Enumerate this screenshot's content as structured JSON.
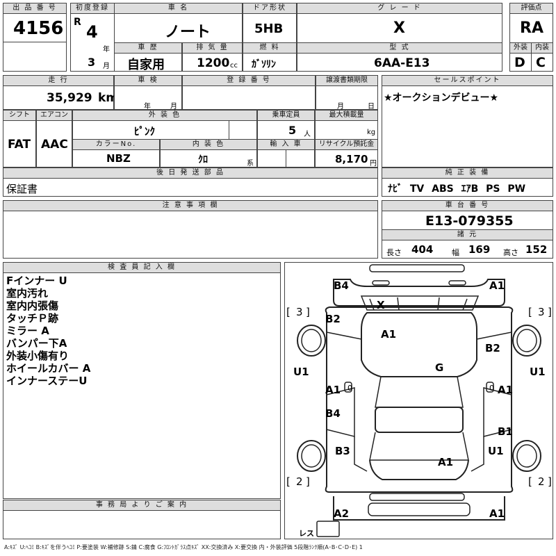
{
  "lot": {
    "header": "出 品 番 号",
    "value": "4156"
  },
  "first_reg": {
    "header": "初度登録",
    "era": "R",
    "year": "4",
    "year_unit": "年",
    "month": "3",
    "month_unit": "月"
  },
  "car_name": {
    "header": "車 名",
    "value": "ノート"
  },
  "door": {
    "header": "ドア形状",
    "value": "5HB"
  },
  "grade": {
    "header": "グ レ ー ド",
    "value": "X"
  },
  "score": {
    "header": "評価点",
    "value": "RA"
  },
  "history": {
    "header": "車 歴",
    "value": "自家用"
  },
  "displacement": {
    "header": "排 気 量",
    "value": "1200",
    "unit": "cc"
  },
  "fuel": {
    "header": "燃 料",
    "value": "ｶﾞｿﾘﾝ"
  },
  "model_code": {
    "header": "型 式",
    "value": "6AA-E13"
  },
  "ext_grade": {
    "header": "外装",
    "value": "D"
  },
  "int_grade": {
    "header": "内装",
    "value": "C"
  },
  "mileage": {
    "header": "走 行",
    "value": "35,929",
    "unit": "km"
  },
  "inspection": {
    "header": "車 検",
    "year_unit": "年",
    "month_unit": "月"
  },
  "reg_no": {
    "header": "登 録 番 号",
    "value": ""
  },
  "transfer": {
    "header": "譲渡書類期限",
    "month_unit": "月",
    "day_unit": "日"
  },
  "sales_point": {
    "header": "セールスポイント",
    "value": "★オークションデビュー★"
  },
  "shift": {
    "header": "シフト",
    "value": "FAT"
  },
  "aircon": {
    "header": "エアコン",
    "value": "AAC"
  },
  "ext_color": {
    "header": "外 装 色",
    "value": "ﾋﾟﾝｸ"
  },
  "capacity": {
    "header": "乗車定員",
    "value": "5",
    "unit": "人"
  },
  "max_load": {
    "header": "最大積載量",
    "value": "",
    "unit": "kg"
  },
  "color_no": {
    "header": "カラーNo.",
    "value": "NBZ"
  },
  "int_color": {
    "header": "内 装 色",
    "value": "ｸﾛ",
    "unit": "系"
  },
  "import": {
    "header": "輸 入 車",
    "value": ""
  },
  "recycle": {
    "header": "リサイクル預託金",
    "value": "8,170",
    "unit": "円"
  },
  "later_parts": {
    "header": "後 日 発 送 部 品",
    "value": "保証書"
  },
  "equipment": {
    "header": "純 正 装 備",
    "value": "ﾅﾋﾞ TV ABS ｴｱB PS PW"
  },
  "notes": {
    "header": "注 意 事 項 欄",
    "value": ""
  },
  "chassis": {
    "header": "車 台 番 号",
    "value": "E13-079355"
  },
  "dims": {
    "header": "諸 元",
    "length_label": "長さ",
    "length": "404",
    "width_label": "幅",
    "width": "169",
    "height_label": "高さ",
    "height": "152"
  },
  "inspector": {
    "header": "検 査 員 記 入 欄",
    "lines": [
      "Fインナー U",
      "室内汚れ",
      "室内内張傷",
      "タッチＰ跡",
      "ミラー A",
      "バンパー下A",
      "外装小傷有り",
      "ホイールカバー A",
      "インナーステーU"
    ]
  },
  "office": {
    "header": "事 務 局 よ り ご 案 内",
    "value": ""
  },
  "diagram": {
    "marks": [
      "B4",
      "A1",
      "X",
      "B2",
      "A1",
      "B2",
      "G",
      "U1",
      "U1",
      "A1",
      "A1",
      "B4",
      "B1",
      "B3",
      "U1",
      "A1",
      "A2",
      "A1"
    ],
    "tires": [
      "3",
      "3",
      "2",
      "2"
    ],
    "bracket_l": "[",
    "bracket_r": "]",
    "mirror_l": "0",
    "mirror_r": "0",
    "rear": "レス"
  },
  "legend": "A:ｷｽﾞ U:ﾍｺﾐ B:ｷｽﾞを伴うﾍｺﾐ P:要塗装 W:補修跡 S:錆 C:腐食 G:ﾌﾛﾝﾄｶﾞﾗｽ点ｷｽﾞ XX:交換済み X:要交換 内・外装評価 5段階ﾗﾝｸ順(A･B･C･D･E) 1"
}
